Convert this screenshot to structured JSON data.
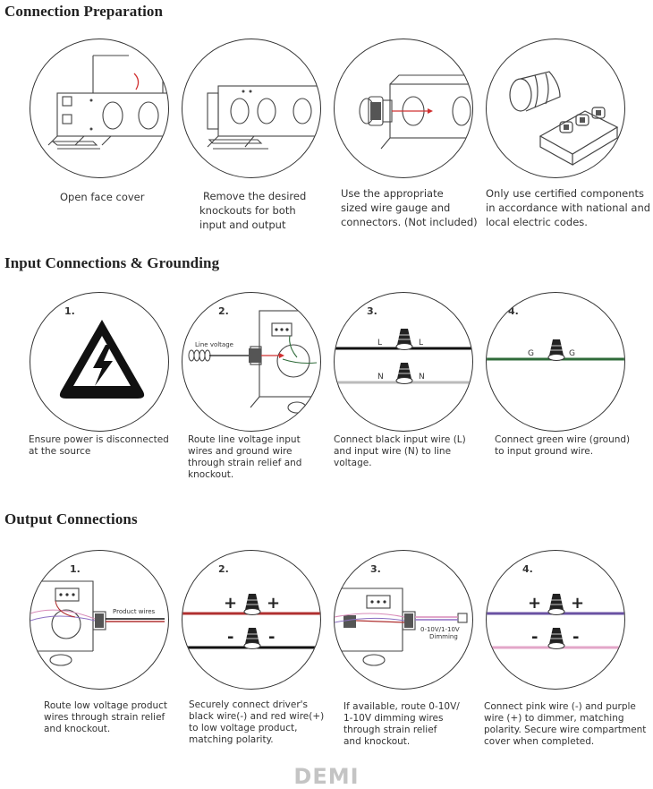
{
  "sections": {
    "prep": "Connection Preparation",
    "input": "Input Connections & Grounding",
    "output": "Output Connections"
  },
  "prep": {
    "c1": [
      "Open face cover"
    ],
    "c2": [
      "Remove the desired",
      "knockouts for both",
      "input and output"
    ],
    "c3": [
      "Use the appropriate",
      "sized wire gauge and",
      "connectors. (Not included)"
    ],
    "c4": [
      "Only use certified components",
      "in accordance with national and",
      "local electric codes."
    ]
  },
  "input": {
    "num1": "1.",
    "num2": "2.",
    "num3": "3.",
    "num4": "4.",
    "line_voltage_label": "Line voltage",
    "L": "L",
    "N": "N",
    "G": "G",
    "c1": [
      "Ensure power is disconnected",
      "at the source"
    ],
    "c2": [
      "Route line voltage input",
      "wires and ground wire",
      "through strain relief and",
      "knockout."
    ],
    "c3": [
      "Connect black input wire (L)",
      "and input wire (N) to line",
      "voltage."
    ],
    "c4": [
      "Connect green wire (ground)",
      "to input ground wire."
    ]
  },
  "output": {
    "num1": "1.",
    "num2": "2.",
    "num3": "3.",
    "num4": "4.",
    "product_wires_label": "Product wires",
    "dimming_label_1": "0-10V/1-10V",
    "dimming_label_2": "Dimming",
    "plus": "+",
    "minus": "-",
    "c1": [
      "Route low voltage product",
      "wires through strain relief",
      "and knockout."
    ],
    "c2": [
      "Securely connect driver's",
      "black wire(-) and red wire(+)",
      "to low voltage product,",
      "matching polarity."
    ],
    "c3": [
      "If available, route 0-10V/",
      "1-10V dimming wires",
      "through strain relief",
      "and knockout."
    ],
    "c4": [
      "Connect pink wire (-) and purple",
      "wire (+) to dimmer, matching",
      "polarity. Secure wire compartment",
      "cover when completed."
    ]
  },
  "brand": "DEMI",
  "colors": {
    "black_wire": "#111111",
    "neutral_wire": "#bbbbbb",
    "ground_wire": "#2f6b3a",
    "red_wire": "#b03030",
    "purple_wire": "#6a52a3",
    "pink_wire": "#e3a6c8",
    "accent_red": "#d03030"
  }
}
